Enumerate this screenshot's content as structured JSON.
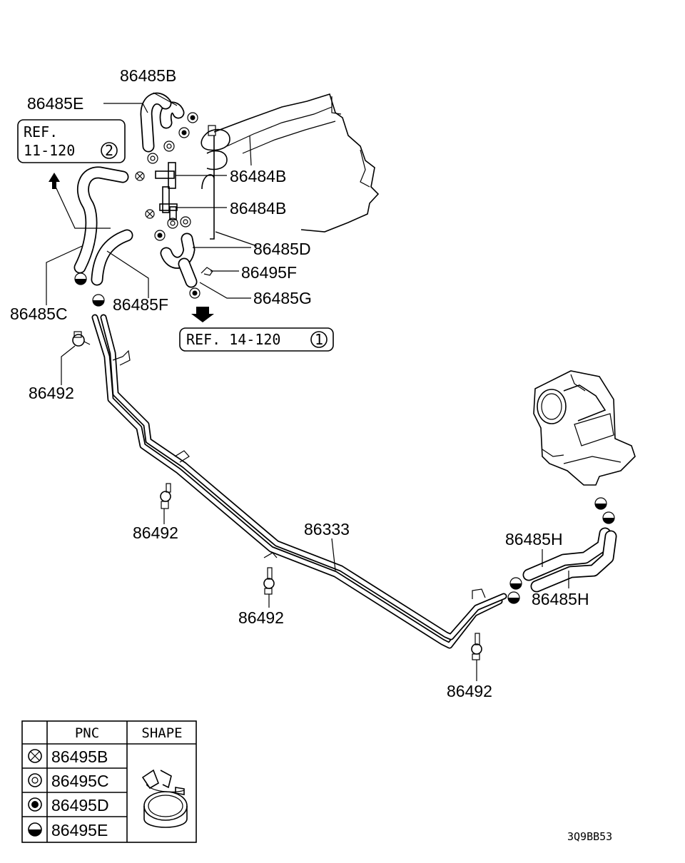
{
  "labels": {
    "p86485B": "86485B",
    "p86485E": "86485E",
    "p86484B_1": "86484B",
    "p86484B_2": "86484B",
    "p86485D": "86485D",
    "p86495F": "86495F",
    "p86485G": "86485G",
    "p86485C": "86485C",
    "p86485F": "86485F",
    "p86492_1": "86492",
    "p86492_2": "86492",
    "p86492_3": "86492",
    "p86492_4": "86492",
    "p86333": "86333",
    "p86485H_1": "86485H",
    "p86485H_2": "86485H"
  },
  "refs": {
    "ref1_line1": "REF.",
    "ref1_line2": "11-120",
    "ref1_circle": "2",
    "ref2_text": "REF. 14-120",
    "ref2_circle": "1"
  },
  "table": {
    "header_pnc": "PNC",
    "header_shape": "SHAPE",
    "rows": [
      {
        "symbol": "cross-circle",
        "pnc": "86495B"
      },
      {
        "symbol": "double-circle",
        "pnc": "86495C"
      },
      {
        "symbol": "filled-dot-circle",
        "pnc": "86495D"
      },
      {
        "symbol": "half-filled-circle",
        "pnc": "86495E"
      }
    ]
  },
  "diagram_code": "3Q9BB53"
}
